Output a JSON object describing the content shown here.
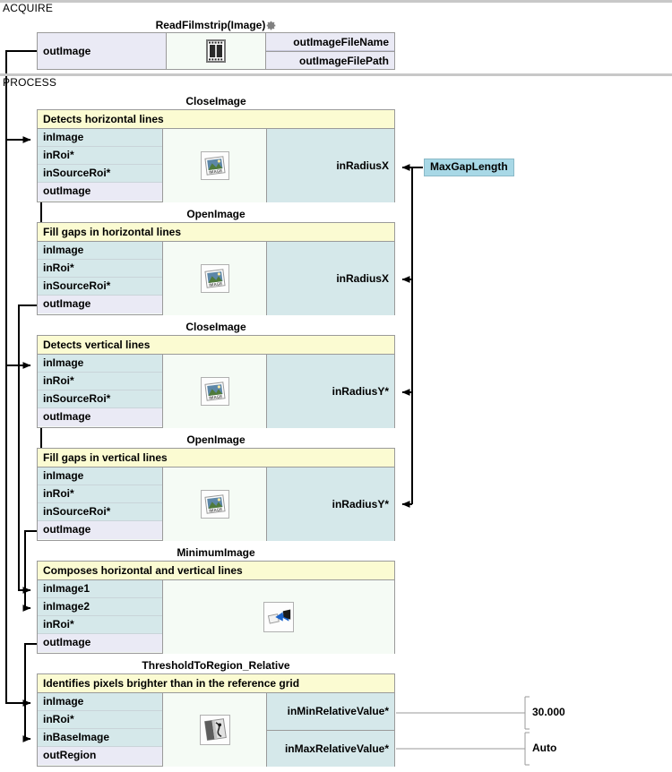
{
  "sections": [
    {
      "label": "ACQUIRE"
    },
    {
      "label": "PROCESS"
    }
  ],
  "blocks": [
    {
      "id": "readfilmstrip",
      "title": "ReadFilmstrip(Image)",
      "has_gear": true,
      "comment": null,
      "icon": "film-icon",
      "left_ports": [
        {
          "label": "outImage",
          "kind": "out"
        }
      ],
      "right_ports": [
        {
          "label": "outImageFileName",
          "kind": "out"
        },
        {
          "label": "outImageFilePath",
          "kind": "out"
        }
      ]
    },
    {
      "id": "closeimage-horizontal",
      "title": "CloseImage",
      "has_gear": false,
      "comment": "Detects horizontal lines",
      "icon": "image-icon",
      "left_ports": [
        {
          "label": "inImage",
          "kind": "in"
        },
        {
          "label": "inRoi*",
          "kind": "in"
        },
        {
          "label": "inSourceRoi*",
          "kind": "in"
        },
        {
          "label": "outImage",
          "kind": "out"
        }
      ],
      "right_ports": [
        {
          "label": "inRadiusX",
          "kind": "in"
        }
      ]
    },
    {
      "id": "openimage-horizontal",
      "title": "OpenImage",
      "has_gear": false,
      "comment": "Fill gaps in horizontal lines",
      "icon": "image-icon",
      "left_ports": [
        {
          "label": "inImage",
          "kind": "in"
        },
        {
          "label": "inRoi*",
          "kind": "in"
        },
        {
          "label": "inSourceRoi*",
          "kind": "in"
        },
        {
          "label": "outImage",
          "kind": "out"
        }
      ],
      "right_ports": [
        {
          "label": "inRadiusX",
          "kind": "in"
        }
      ]
    },
    {
      "id": "closeimage-vertical",
      "title": "CloseImage",
      "has_gear": false,
      "comment": "Detects vertical lines",
      "icon": "image-icon",
      "left_ports": [
        {
          "label": "inImage",
          "kind": "in"
        },
        {
          "label": "inRoi*",
          "kind": "in"
        },
        {
          "label": "inSourceRoi*",
          "kind": "in"
        },
        {
          "label": "outImage",
          "kind": "out"
        }
      ],
      "right_ports": [
        {
          "label": "inRadiusY*",
          "kind": "in"
        }
      ]
    },
    {
      "id": "openimage-vertical",
      "title": "OpenImage",
      "has_gear": false,
      "comment": "Fill gaps in vertical lines",
      "icon": "image-icon",
      "left_ports": [
        {
          "label": "inImage",
          "kind": "in"
        },
        {
          "label": "inRoi*",
          "kind": "in"
        },
        {
          "label": "inSourceRoi*",
          "kind": "in"
        },
        {
          "label": "outImage",
          "kind": "out"
        }
      ],
      "right_ports": [
        {
          "label": "inRadiusY*",
          "kind": "in"
        }
      ]
    },
    {
      "id": "minimumimage",
      "title": "MinimumImage",
      "has_gear": false,
      "comment": "Composes horizontal and vertical lines",
      "icon": "minimum-image-icon",
      "left_ports": [
        {
          "label": "inImage1",
          "kind": "in"
        },
        {
          "label": "inImage2",
          "kind": "in"
        },
        {
          "label": "inRoi*",
          "kind": "in"
        },
        {
          "label": "outImage",
          "kind": "out"
        }
      ],
      "right_ports": []
    },
    {
      "id": "thresholdtoregion-relative",
      "title": "ThresholdToRegion_Relative",
      "has_gear": false,
      "comment": "Identifies pixels brighter than in the reference grid",
      "icon": "threshold-icon",
      "left_ports": [
        {
          "label": "inImage",
          "kind": "in"
        },
        {
          "label": "inRoi*",
          "kind": "in"
        },
        {
          "label": "inBaseImage",
          "kind": "in"
        },
        {
          "label": "outRegion",
          "kind": "out"
        }
      ],
      "right_ports": [
        {
          "label": "inMinRelativeValue*",
          "kind": "in"
        },
        {
          "label": "inMaxRelativeValue*",
          "kind": "in"
        }
      ]
    }
  ],
  "globals": [
    {
      "id": "maxgaplength",
      "label": "MaxGapLength"
    }
  ],
  "values": [
    {
      "id": "min-relative-value",
      "label": "30.000"
    },
    {
      "id": "max-relative-value",
      "label": "Auto"
    }
  ],
  "colors": {
    "input_port": "#d5e8ea",
    "output_port": "#eaeaf5",
    "comment": "#fbfbd2",
    "global_chip": "#a8d8e6",
    "border": "#9a9a9a",
    "wire": "#000000"
  }
}
